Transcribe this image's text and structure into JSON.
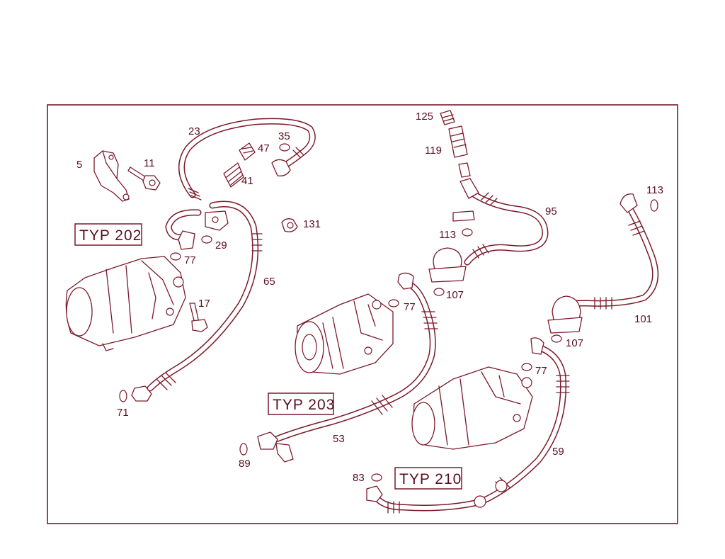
{
  "type_labels": {
    "typ202": "TYP 202",
    "typ203": "TYP 203",
    "typ210": "TYP 210"
  },
  "callouts": {
    "p5": "5",
    "p11": "11",
    "p17": "17",
    "p23": "23",
    "p29": "29",
    "p35": "35",
    "p41": "41",
    "p47": "47",
    "p53": "53",
    "p59": "59",
    "p65": "65",
    "p71": "71",
    "p77a": "77",
    "p77b": "77",
    "p77c": "77",
    "p83": "83",
    "p89": "89",
    "p95": "95",
    "p101": "101",
    "p107a": "107",
    "p107b": "107",
    "p113a": "113",
    "p113b": "113",
    "p119": "119",
    "p125": "125",
    "p131": "131"
  },
  "colors": {
    "line": "#7a1a2a",
    "text": "#5a0f1e",
    "background": "#ffffff"
  }
}
